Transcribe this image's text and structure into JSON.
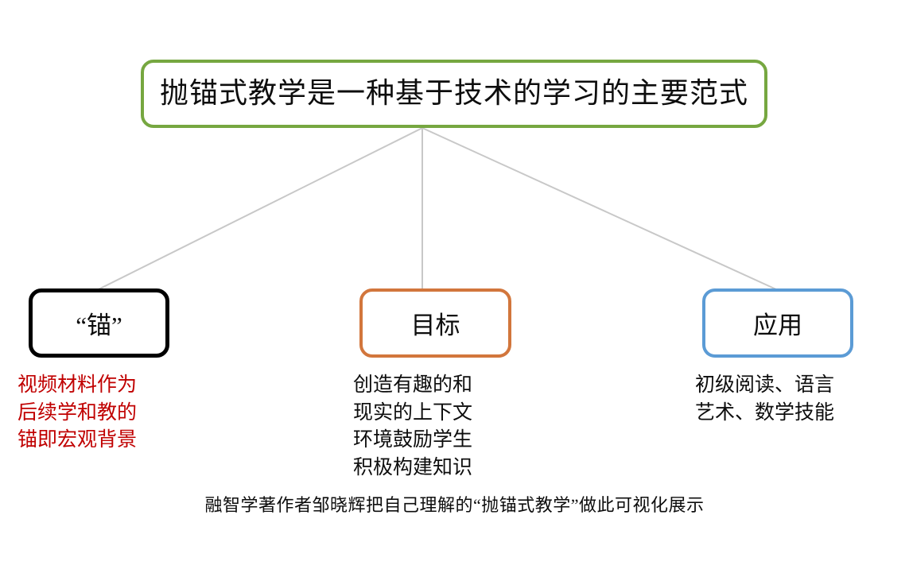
{
  "diagram": {
    "title_node": {
      "text": "抛锚式教学是一种基于技术的学习的主要范式",
      "border_color": "#76A740"
    },
    "branches": [
      {
        "id": "anchor",
        "label": "“锚”",
        "border_color": "#000000",
        "description": "视频材料作为\n后续学和教的\n锚即宏观背景",
        "description_color": "#C00000"
      },
      {
        "id": "goal",
        "label": "目标",
        "border_color": "#D2763C",
        "description": "创造有趣的和\n现实的上下文\n环境鼓励学生\n积极构建知识",
        "description_color": "#0D0D0D"
      },
      {
        "id": "apply",
        "label": "应用",
        "border_color": "#5B9BD5",
        "description": "初级阅读、语言\n艺术、数学技能",
        "description_color": "#0D0D0D"
      }
    ],
    "connector_color": "#C8C8C8",
    "caption": "融智学著作者邹晓辉把自己理解的“抛锚式教学”做此可视化展示"
  }
}
